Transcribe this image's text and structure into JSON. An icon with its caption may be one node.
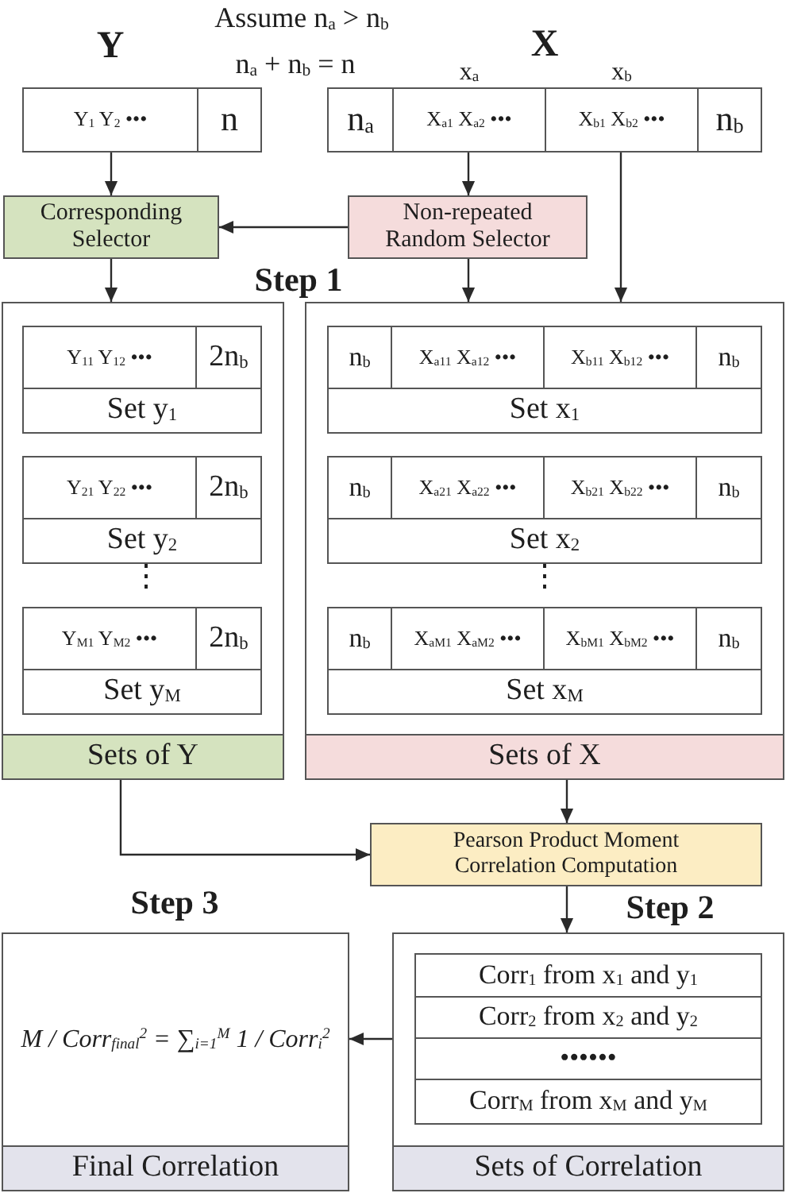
{
  "diagram": {
    "nodes": [
      {
        "text": [
          "Y",
          "Y$_{1}$ Y$_{2}$ •••",
          "n"
        ]
      },
      {
        "text": [
          "X",
          "x$_{a}$",
          "x$_{b}$",
          "n$_{a}$",
          "X$_{a1}$ X$_{a2}$ •••",
          "X$_{b1}$ X$_{b2}$ •••",
          "n$_{b}$"
        ]
      },
      {
        "text": [
          "Corresponding Selector"
        ]
      },
      {
        "text": [
          "Non-repeated Random Selector"
        ]
      },
      {
        "text": [
          "Sets of Y"
        ]
      },
      {
        "text": [
          "Y$_{11}$ Y$_{12}$ •••",
          "2n$_{b}$",
          "Set y$_{1}$"
        ],
        "in": 4
      },
      {
        "text": [
          "Y$_{21}$ Y$_{22}$ •••",
          "2n$_{b}$",
          "Set y$_{2}$"
        ],
        "in": 4
      },
      {
        "text": [
          "Y$_{M1}$ Y$_{M2}$ •••",
          "2n$_{b}$",
          "Set y$_{M}$"
        ],
        "in": 4
      },
      {
        "text": [
          "Sets of X"
        ]
      },
      {
        "text": [
          "n$_{b}$",
          "X$_{a11}$ X$_{a12}$ •••",
          "X$_{b11}$ X$_{b12}$ •••",
          "n$_{b}$",
          "Set x$_{1}$"
        ],
        "in": 8
      },
      {
        "text": [
          "n$_{b}$",
          "X$_{a21}$ X$_{a22}$ •••",
          "X$_{b21}$ X$_{b22}$ •••",
          "n$_{b}$",
          "Set x$_{2}$"
        ],
        "in": 8
      },
      {
        "text": [
          "n$_{b}$",
          "X$_{aM1}$ X$_{aM2}$ •••",
          "X$_{bM1}$ X$_{bM2}$ •••",
          "n$_{b}$",
          "Set x$_{M}$"
        ],
        "in": 8
      },
      {
        "text": [
          "Pearson Product Moment Correlation Computation"
        ]
      },
      {
        "text": [
          "M / Corr$_{final}$$^{2}$ = ∑$_{i=1}$$^{M}$ 1 / Corr$_{i}$$^{2}$",
          "Final Correlation"
        ]
      },
      {
        "text": [
          "Sets of Correlation"
        ]
      },
      {
        "text": [
          "Corr$_{1}$ from x$_{1}$ and y$_{1}$",
          "Corr$_{2}$ from x$_{2}$ and y$_{2}$",
          "••••••",
          "Corr$_{M}$ from x$_{M}$ and y$_{M}$"
        ],
        "in": 14
      }
    ],
    "edges": [
      {
        "from": 0,
        "to": 2,
        "arrow": "to"
      },
      {
        "from": 1,
        "to": 3,
        "arrow": "to"
      },
      {
        "from": 3,
        "to": 2,
        "arrow": "to"
      },
      {
        "from": 1,
        "to": 8,
        "arrow": "to"
      },
      {
        "from": 2,
        "to": 4,
        "arrow": "to"
      },
      {
        "from": 3,
        "to": 8,
        "arrow": "to"
      },
      {
        "from": 4,
        "to": 12,
        "arrow": "to"
      },
      {
        "from": 8,
        "to": 12,
        "arrow": "to"
      },
      {
        "from": 12,
        "to": 14,
        "arrow": "to"
      },
      {
        "from": 14,
        "to": 13,
        "arrow": "to"
      }
    ],
    "labels": [
      "Assume n$_{a}$ > n$_{b}$",
      "n$_{a}$ + n$_{b}$ = n",
      "Step 1",
      "⋮",
      "⋮",
      "Step 3",
      "Step 2"
    ]
  }
}
